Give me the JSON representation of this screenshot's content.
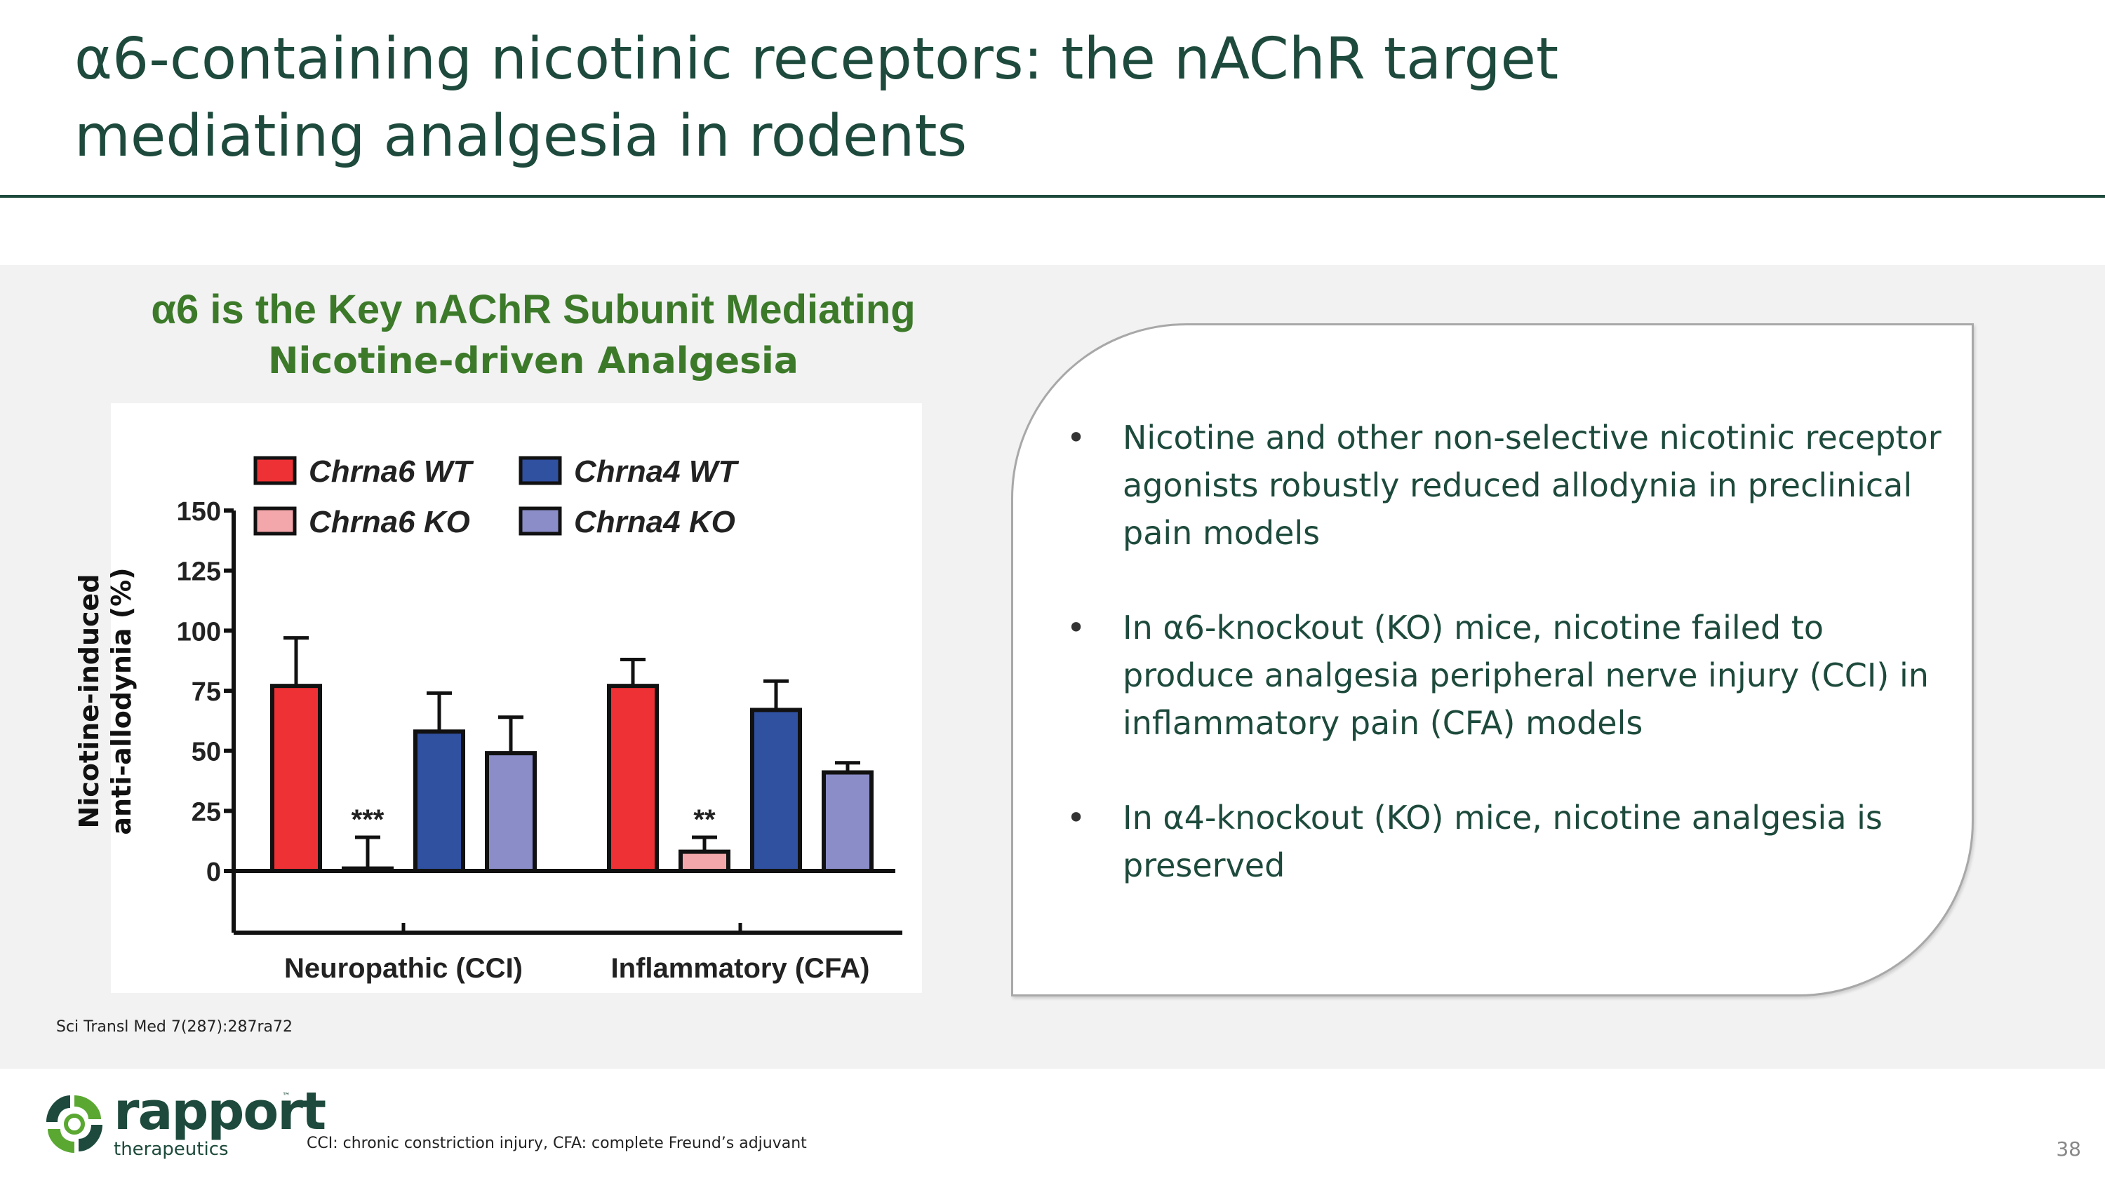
{
  "slide": {
    "title_line1": "α6-containing nicotinic receptors: the nAChR target",
    "title_line2": "mediating analgesia in rodents",
    "chart_title_line1": "α6 is the Key nAChR Subunit Mediating",
    "chart_title_line2": "Nicotine-driven Analgesia",
    "citation": "Sci Transl Med 7(287):287ra72",
    "footnote": "CCI: chronic constriction injury, CFA: complete Freund’s adjuvant",
    "page_number": "38",
    "logo": {
      "word": "rapport",
      "tm": "™",
      "sub": "therapeutics",
      "icon": "rapport-logo-icon"
    },
    "bullets": [
      "Nicotine and other non-selective nicotinic receptor agonists robustly reduced allodynia in preclinical pain models",
      "In α6-knockout (KO) mice, nicotine failed to produce analgesia peripheral nerve injury (CCI) in inflammatory pain (CFA) models",
      "In α4-knockout (KO) mice, nicotine analgesia is preserved"
    ],
    "bullet_glyph": "•"
  },
  "chart_data": {
    "type": "bar",
    "ylabel_line1": "Nicotine-induced",
    "ylabel_line2": "anti-allodynia (%)",
    "xlabel": "",
    "ylim": [
      -25,
      150
    ],
    "yticks": [
      0,
      25,
      50,
      75,
      100,
      125,
      150
    ],
    "grid": false,
    "legend_position": "top",
    "categories": [
      "Neuropathic (CCI)",
      "Inflammatory (CFA)"
    ],
    "series": [
      {
        "name": "Chrna6 WT",
        "color": "#ee3134",
        "values": [
          77,
          77
        ],
        "errors": [
          20,
          11
        ],
        "sig": [
          "",
          ""
        ]
      },
      {
        "name": "Chrna6 KO",
        "color": "#f4a7aa",
        "values": [
          1,
          8
        ],
        "errors": [
          13,
          6
        ],
        "sig": [
          "***",
          "**"
        ]
      },
      {
        "name": "Chrna4 WT",
        "color": "#3050a0",
        "values": [
          58,
          67
        ],
        "errors": [
          16,
          12
        ],
        "sig": [
          "",
          ""
        ]
      },
      {
        "name": "Chrna4  KO",
        "color": "#8a8dc8",
        "values": [
          49,
          41
        ],
        "errors": [
          15,
          4
        ],
        "sig": [
          "",
          ""
        ]
      }
    ]
  }
}
